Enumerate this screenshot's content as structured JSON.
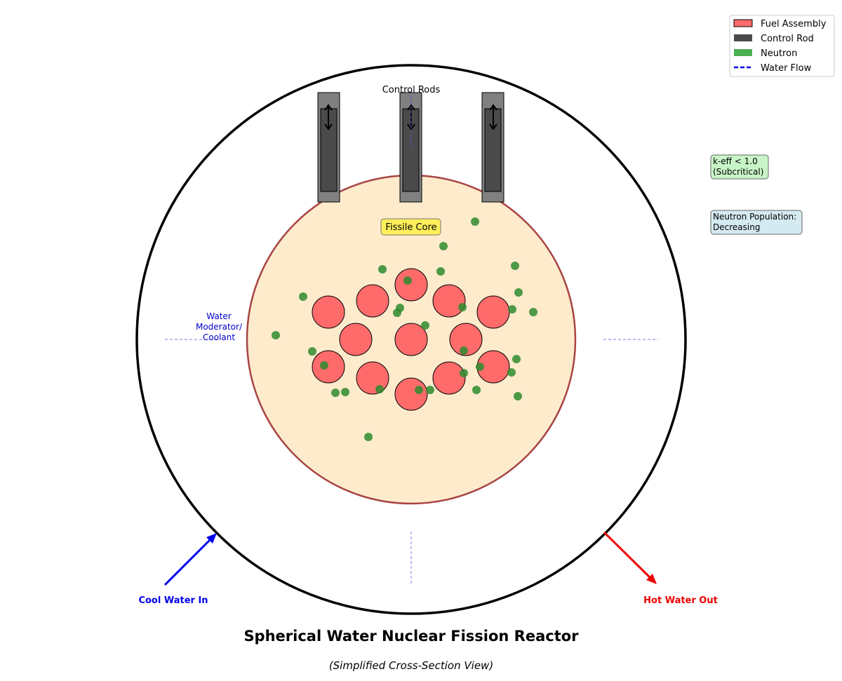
{
  "title": "Spherical Water Nuclear Fission Reactor",
  "subtitle": "(Simplified Cross-Section View)",
  "labels": {
    "control_rods": "Control Rods",
    "fissile_core": "Fissile Core",
    "moderator_line1": "Water",
    "moderator_line2": "Moderator/",
    "moderator_line3": "Coolant",
    "cool_water_in": "Cool Water In",
    "hot_water_out": "Hot Water Out",
    "keff_line1": "k-eff < 1.0",
    "keff_line2": "(Subcritical)",
    "neutron_pop_line1": "Neutron Population:",
    "neutron_pop_line2": "Decreasing"
  },
  "legend": [
    {
      "label": "Fuel Assembly",
      "kind": "fuel"
    },
    {
      "label": "Control Rod",
      "kind": "rod"
    },
    {
      "label": "Neutron",
      "kind": "neutron"
    },
    {
      "label": "Water Flow",
      "kind": "flow"
    }
  ],
  "colors": {
    "fuel": "#ff6b6b",
    "control_rod": "#4a4a4a",
    "rod_guide": "#808080",
    "neutron": "#3a9a3a",
    "core_fill": "#fdebcc",
    "core_stroke": "#a84444",
    "cool_water": "#0000ee",
    "hot_water": "#ee0000",
    "fissile_label_bg": "#ffef5a",
    "keff_bg": "#c8f5c8",
    "neutron_pop_bg": "#d4eaf0"
  }
}
